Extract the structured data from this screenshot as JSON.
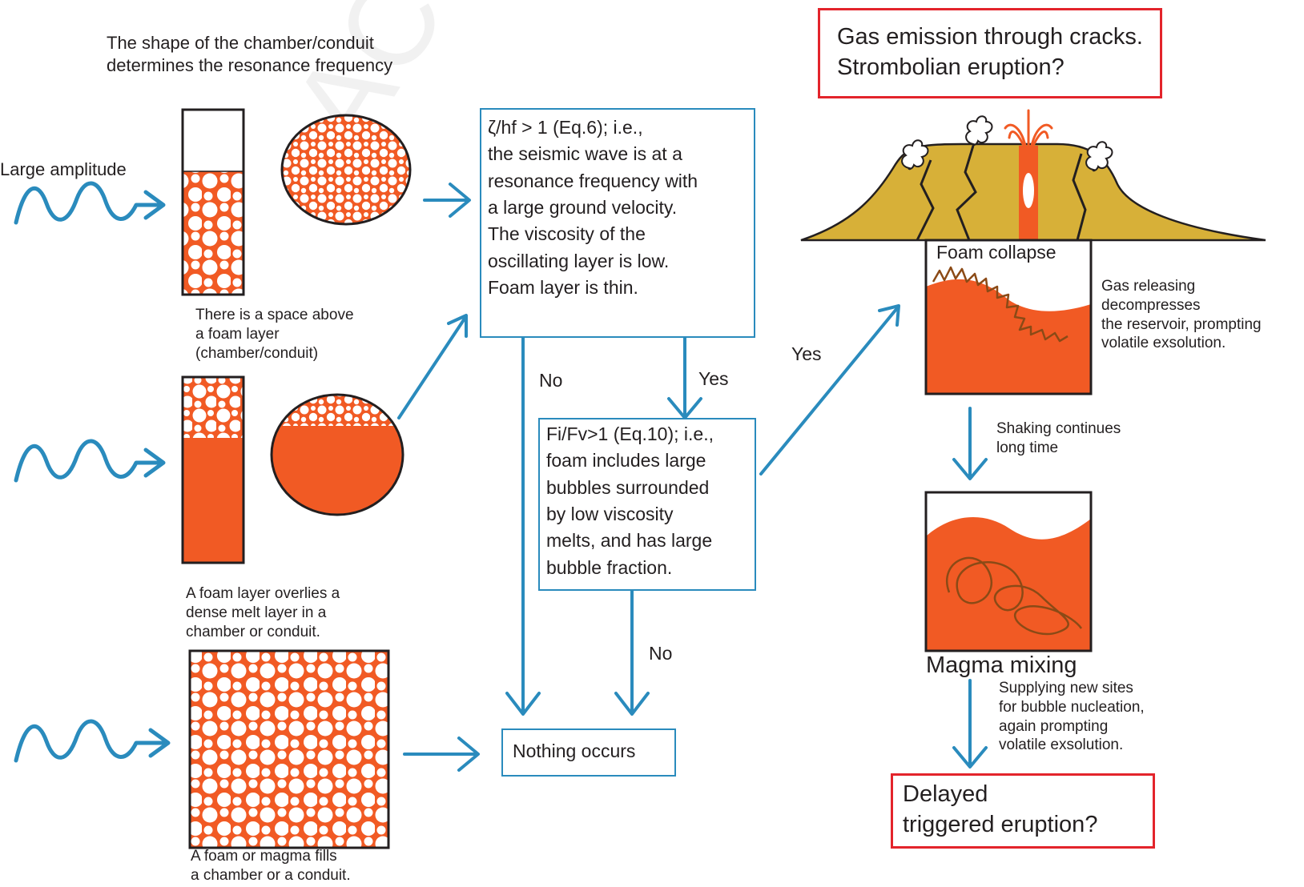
{
  "watermark": "ACCEPTED",
  "colors": {
    "arrow": "#2a8bbd",
    "melt": "#f15a24",
    "volcano": "#d7b038",
    "red_box": "#e3242b",
    "brown_line": "#8b4a16"
  },
  "texts": {
    "shape_note": "The shape of the chamber/conduit\ndetermines the resonance frequency",
    "large_amplitude": "Large amplitude",
    "space_above": "There is a space above\na foam layer\n(chamber/conduit)",
    "foam_overlies": "A foam layer overlies a\ndense melt layer in a\nchamber or conduit.",
    "foam_fills": "A foam or magma fills\na chamber or a conduit.",
    "zeta_box": "ζ/hf > 1 (Eq.6); i.e.,\nthe seismic wave is at a\nresonance frequency with\na large ground velocity.\nThe viscosity of the\noscillating layer is low.\nFoam layer is thin.",
    "fi_box": "Fi/Fv>1 (Eq.10); i.e.,\nfoam includes large\nbubbles surrounded\nby low viscosity\nmelts, and has large\nbubble fraction.",
    "nothing": "Nothing occurs",
    "no1": "No",
    "yes1": "Yes",
    "no2": "No",
    "yes2": "Yes",
    "gas_emission": "Gas emission through cracks.\nStrombolian eruption?",
    "foam_collapse": "Foam collapse",
    "gas_releasing": "Gas releasing\ndecompresses\nthe reservoir, prompting\nvolatile exsolution.",
    "shaking": "Shaking continues\nlong time",
    "magma_mixing": "Magma mixing",
    "supplying": "Supplying new sites\nfor bubble nucleation,\nagain prompting\nvolatile exsolution.",
    "delayed": "Delayed\ntriggered eruption?"
  }
}
